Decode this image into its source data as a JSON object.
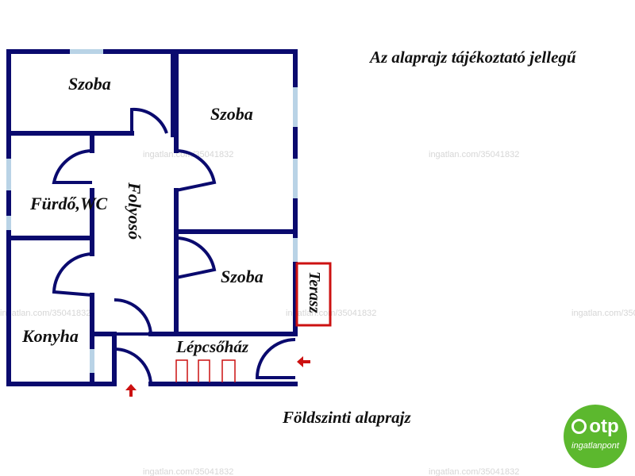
{
  "header": {
    "disclaimer": "Az alaprajz tájékoztató jellegű"
  },
  "footer": {
    "floor_title": "Földszinti alaprajz"
  },
  "rooms": {
    "room1": "Szoba",
    "room2": "Szoba",
    "room3": "Szoba",
    "bathroom": "Fürdő,WC",
    "corridor": "Folyosó",
    "kitchen": "Konyha",
    "stairwell": "Lépcsőház",
    "terrace": "Terasz"
  },
  "watermark": "ingatlan.com/35041832",
  "logo": {
    "brand": "otp",
    "subtitle": "ingatlanpont"
  },
  "colors": {
    "wall": "#0a0a6e",
    "window": "#b9d3e6",
    "accent": "#cc1111",
    "logo_green": "#5cb82e"
  }
}
